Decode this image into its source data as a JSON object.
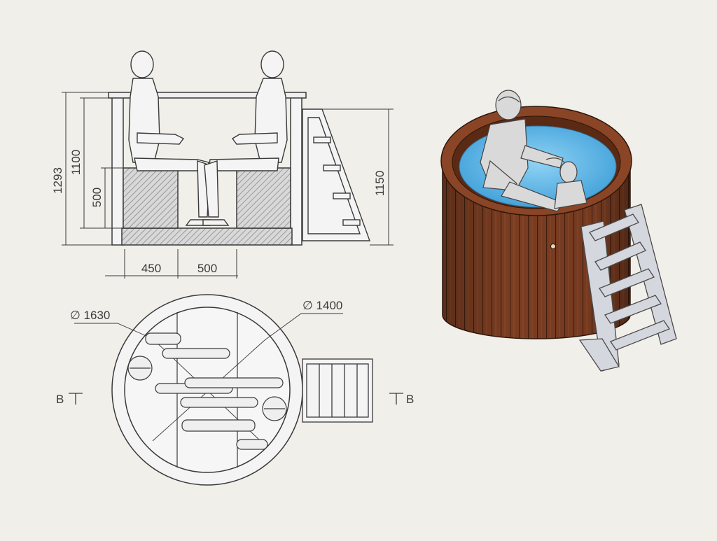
{
  "colors": {
    "background": "#f1efea",
    "line": "#3a3a3a",
    "wood": "#7a3d22",
    "wood_dark": "#4a2412",
    "water": "#5fb7e8",
    "figure": "#e6e6e6"
  },
  "side_view": {
    "dimensions": {
      "overall_height": "1293",
      "rim_height": "1100",
      "seat_height": "500",
      "stair_height": "1150",
      "seat_depth": "450",
      "leg_space": "500"
    }
  },
  "top_view": {
    "outer_diameter": "∅ 1630",
    "inner_diameter": "∅ 1400",
    "section_left": "B",
    "section_right": "B"
  },
  "iso_view": {
    "stair_steps": 5
  }
}
